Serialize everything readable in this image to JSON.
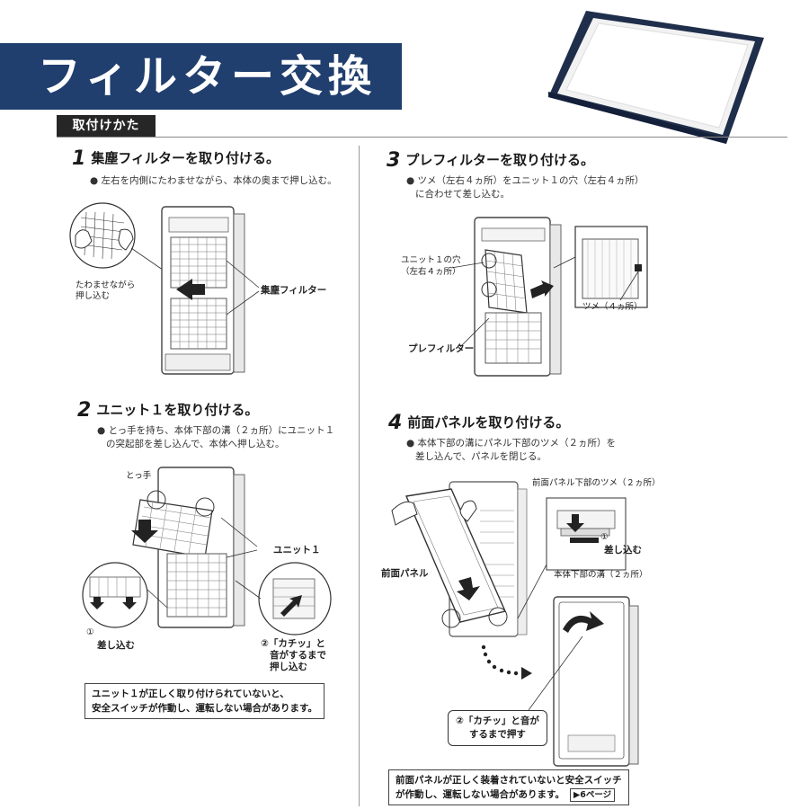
{
  "banner": {
    "title": "フィルター交換"
  },
  "section_tag": "取付けかた",
  "colors": {
    "banner_bg": "#203e6e",
    "tag_bg": "#262626",
    "filter_frame": "#1f2e4a"
  },
  "steps": [
    {
      "num": "1",
      "title": "集塵フィルターを取り付ける。",
      "body": [
        "● 左右を内側にたわませながら、本体の奥まで押し込む。"
      ],
      "labels": {
        "bend": "たわませながら",
        "push": "押し込む",
        "filter": "集塵フィルター"
      }
    },
    {
      "num": "2",
      "title": "ユニット１を取り付ける。",
      "body": [
        "● とっ手を持ち、本体下部の溝（２ヵ所）にユニット１",
        "の突起部を差し込んで、本体へ押し込む。"
      ],
      "labels": {
        "handle": "とっ手",
        "unit": "ユニット１",
        "insert_num": "①",
        "insert": "差し込む",
        "click1": "②「カチッ」と",
        "click2": "音がするまで",
        "click3": "押し込む"
      },
      "note": [
        "ユニット１が正しく取り付けられていないと、",
        "安全スイッチが作動し、運転しない場合があります。"
      ]
    },
    {
      "num": "3",
      "title": "プレフィルターを取り付ける。",
      "body": [
        "● ツメ（左右４ヵ所）をユニット１の穴（左右４ヵ所）",
        "に合わせて差し込む。"
      ],
      "labels": {
        "hole1": "ユニット１の穴",
        "hole2": "（左右４ヵ所）",
        "claw": "ツメ（４ヵ所）",
        "prefilter": "プレフィルター"
      }
    },
    {
      "num": "4",
      "title": "前面パネルを取り付ける。",
      "body": [
        "● 本体下部の溝にパネル下部のツメ（２ヵ所）を",
        "差し込んで、パネルを閉じる。"
      ],
      "labels": {
        "panel_claw": "前面パネル下部のツメ（２ヵ所）",
        "insert_num": "①",
        "insert": "差し込む",
        "groove": "本体下部の溝（２ヵ所）",
        "panel": "前面パネル",
        "bubble1": "②「カチッ」と音が",
        "bubble2": "するまで押す"
      },
      "note": [
        "前面パネルが正しく装着されていないと安全スイッチ",
        "が作動し、運転しない場合があります。"
      ],
      "pageref": "▶6ページ"
    }
  ]
}
